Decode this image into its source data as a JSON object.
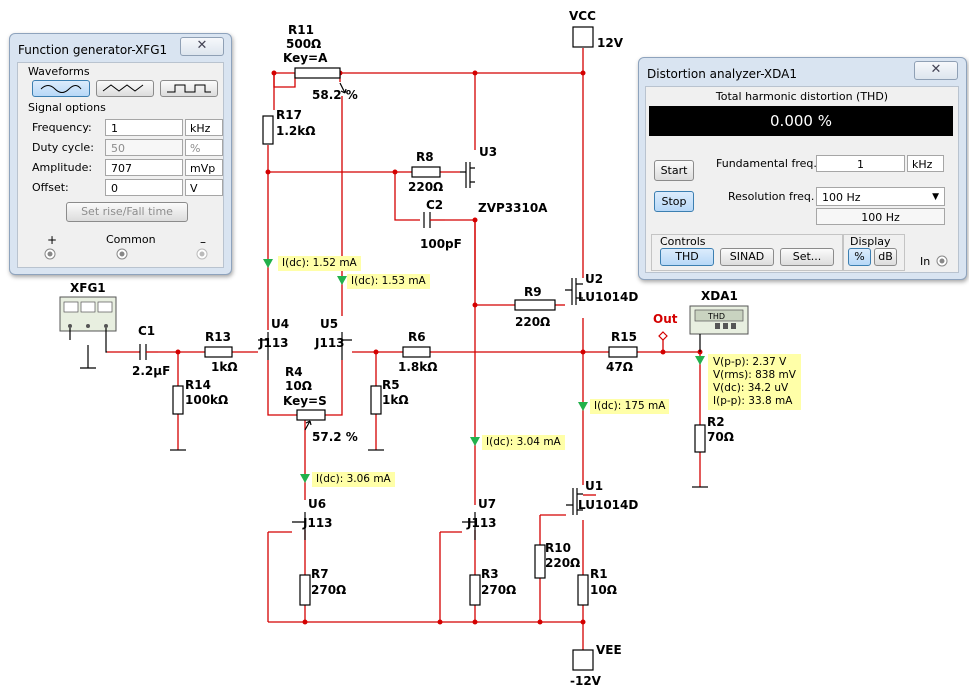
{
  "schematic": {
    "vcc_label": "VCC",
    "vcc_value": "12V",
    "vee_label": "VEE",
    "vee_value": "-12V",
    "out_label": "Out",
    "xfg_label": "XFG1",
    "xda_label": "XDA1",
    "xda_screen": "THD",
    "r11_name": "R11",
    "r11_value": "500Ω",
    "r11_key": "Key=A",
    "r11_pct": "58.2 %",
    "r17_name": "R17",
    "r17_value": "1.2kΩ",
    "r8_name": "R8",
    "r8_value": "220Ω",
    "c2_name": "C2",
    "c2_value": "100pF",
    "u3_name": "U3",
    "u3_value": "ZVP3310A",
    "u2_name": "U2",
    "u2_value": "LU1014D",
    "r9_name": "R9",
    "r9_value": "220Ω",
    "c1_name": "C1",
    "c1_value": "2.2µF",
    "r13_name": "R13",
    "r13_value": "1kΩ",
    "u4_name": "U4",
    "u4_value": "J113",
    "u5_name": "U5",
    "u5_value": "J113",
    "r6_name": "R6",
    "r6_value": "1.8kΩ",
    "r15_name": "R15",
    "r15_value": "47Ω",
    "r14_name": "R14",
    "r14_value": "100kΩ",
    "r4_name": "R4",
    "r4_value": "10Ω",
    "r4_key": "Key=S",
    "r4_pct": "57.2 %",
    "r5_name": "R5",
    "r5_value": "1kΩ",
    "r2_name": "R2",
    "r2_value": "70Ω",
    "u6_name": "U6",
    "u6_value": "J113",
    "u7_name": "U7",
    "u7_value": "J113",
    "u1_name": "U1",
    "u1_value": "LU1014D",
    "r10_name": "R10",
    "r10_value": "220Ω",
    "r7_name": "R7",
    "r7_value": "270Ω",
    "r3_name": "R3",
    "r3_value": "270Ω",
    "r1_name": "R1",
    "r1_value": "10Ω"
  },
  "probes": {
    "p1": "I(dc): 1.52 mA",
    "p2": "I(dc): 1.53 mA",
    "p3": "I(dc): 175 mA",
    "p4": "I(dc): 3.04 mA",
    "p5": "I(dc): 3.06 mA",
    "out_probe": [
      "V(p-p): 2.37 V",
      "V(rms): 838 mV",
      "V(dc): 34.2 uV",
      "I(p-p): 33.8 mA"
    ]
  },
  "function_generator": {
    "title": "Function generator-XFG1",
    "close": "✕",
    "waveforms_label": "Waveforms",
    "signal_options_label": "Signal options",
    "frequency_label": "Frequency:",
    "frequency_value": "1",
    "frequency_unit": "kHz",
    "duty_label": "Duty cycle:",
    "duty_value": "50",
    "duty_unit": "%",
    "amplitude_label": "Amplitude:",
    "amplitude_value": "707",
    "amplitude_unit": "mVp",
    "offset_label": "Offset:",
    "offset_value": "0",
    "offset_unit": "V",
    "rise_fall_button": "Set rise/Fall time",
    "plus": "+",
    "common": "Common",
    "minus": "–"
  },
  "distortion_analyzer": {
    "title": "Distortion analyzer-XDA1",
    "close": "✕",
    "thd_header": "Total harmonic distortion (THD)",
    "thd_value": "0.000 %",
    "start_button": "Start",
    "stop_button": "Stop",
    "fundamental_label": "Fundamental freq.",
    "fundamental_value": "1",
    "fundamental_unit": "kHz",
    "resolution_label": "Resolution freq.",
    "resolution_value": "100 Hz",
    "resolution_readout": "100 Hz",
    "controls_label": "Controls",
    "thd_button": "THD",
    "sinad_button": "SINAD",
    "set_button": "Set...",
    "display_label": "Display",
    "percent_button": "%",
    "db_button": "dB",
    "in_label": "In"
  },
  "colors": {
    "wire": "#d40000",
    "probe_arrow": "#22b14c",
    "probe_note": "#ffffa8",
    "window_frame": "#d9e4f1",
    "thd_display": "#000000"
  }
}
